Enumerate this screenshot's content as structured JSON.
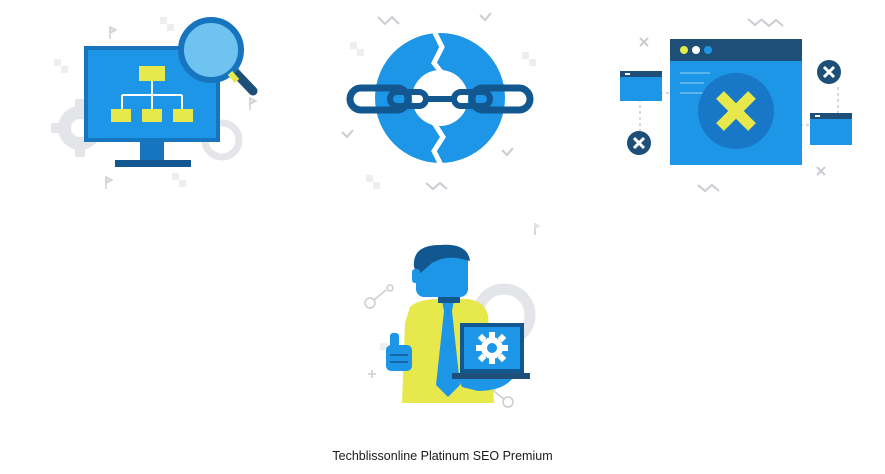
{
  "caption": "Techblissonline Platinum SEO Premium",
  "colors": {
    "blue": "#1e96e8",
    "dark_blue": "#12578f",
    "navy": "#1d4f78",
    "yellow": "#e6e84b",
    "grey": "#e3e5e8",
    "white": "#ffffff"
  },
  "illustrations": [
    {
      "name": "sitemap-monitor-illustration",
      "icon": "monitor-sitemap-magnifier"
    },
    {
      "name": "broken-link-illustration",
      "icon": "broken-chain-ring"
    },
    {
      "name": "error-windows-illustration",
      "icon": "browser-window-x"
    },
    {
      "name": "person-laptop-illustration",
      "icon": "thumbs-up-person-laptop-gear"
    }
  ]
}
